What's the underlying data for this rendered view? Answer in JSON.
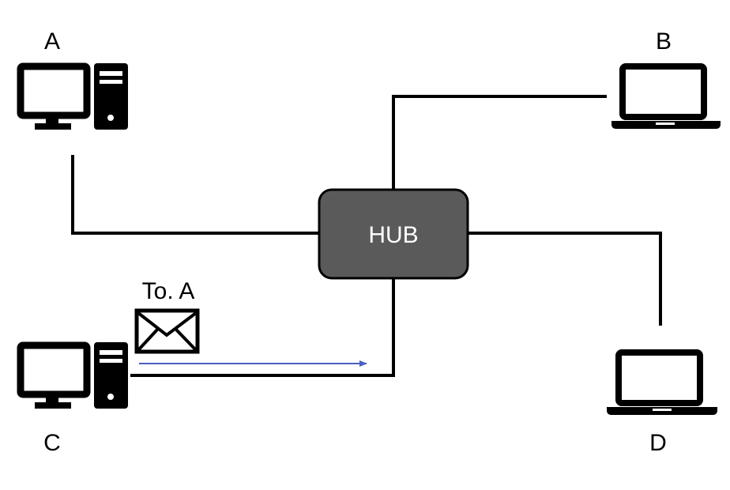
{
  "nodes": {
    "a": {
      "label": "A",
      "icon": "desktop-computer-icon"
    },
    "b": {
      "label": "B",
      "icon": "laptop-icon"
    },
    "c": {
      "label": "C",
      "icon": "desktop-computer-icon"
    },
    "d": {
      "label": "D",
      "icon": "laptop-icon"
    }
  },
  "hub": {
    "label": "HUB",
    "fill": "#5a5a5a",
    "stroke": "#000000"
  },
  "message": {
    "label": "To. A",
    "icon": "envelope-icon"
  },
  "colors": {
    "wire": "#000000",
    "arrow": "#4a5fc1"
  }
}
